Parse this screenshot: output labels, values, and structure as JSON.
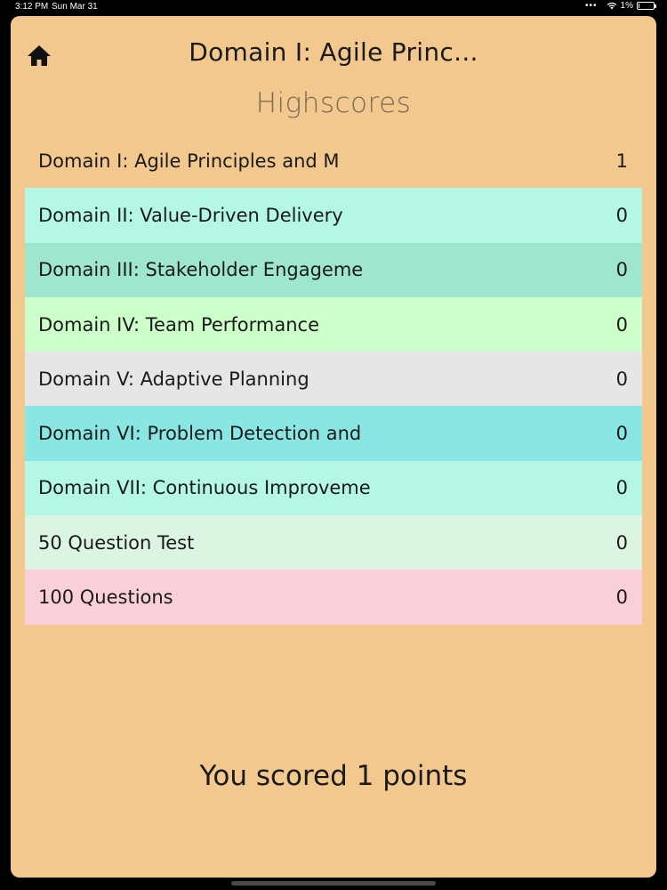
{
  "status_bar": {
    "time": "3:12 PM",
    "date": "Sun Mar 31",
    "battery_text": "1%",
    "battery_level": 0.01
  },
  "header": {
    "title": "Domain I: Agile Princ...",
    "home_icon": "house-icon"
  },
  "highscores": {
    "title": "Highscores",
    "rows": [
      {
        "label": "Domain I: Agile Principles and M",
        "score": "1",
        "color": "#f2c88f"
      },
      {
        "label": "Domain II: Value-Driven Delivery",
        "score": "0",
        "color": "#b3f7e4"
      },
      {
        "label": "Domain III: Stakeholder Engageme",
        "score": "0",
        "color": "#9fe6cf"
      },
      {
        "label": "Domain IV: Team Performance",
        "score": "0",
        "color": "#ccffca"
      },
      {
        "label": "Domain V: Adaptive Planning",
        "score": "0",
        "color": "#e6e6e6"
      },
      {
        "label": "Domain VI: Problem Detection and",
        "score": "0",
        "color": "#89e6e3"
      },
      {
        "label": "Domain VII: Continuous Improveme",
        "score": "0",
        "color": "#b3f7e4"
      },
      {
        "label": "50 Question Test",
        "score": "0",
        "color": "#dcf5e2"
      },
      {
        "label": "100 Questions",
        "score": "0",
        "color": "#f9cfd9"
      }
    ]
  },
  "result": {
    "text": "You scored 1 points"
  },
  "colors": {
    "background": "#f2c88f",
    "text": "#1a1a1a",
    "subtitle": "#7a6a55"
  }
}
